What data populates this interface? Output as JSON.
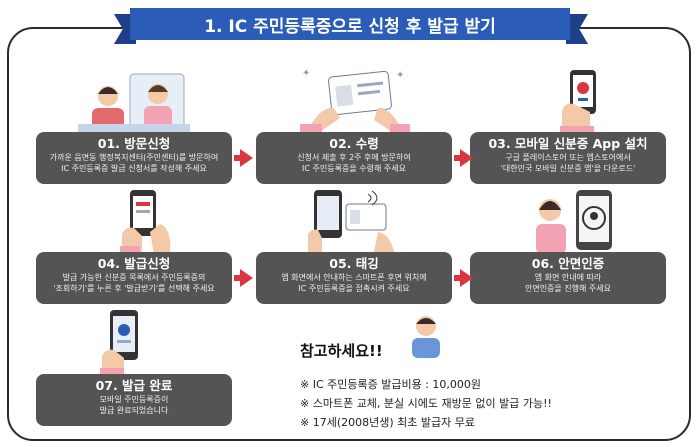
{
  "banner": {
    "title": "1. IC 주민등록증으로 신청 후 발급 받기"
  },
  "steps": [
    {
      "title": "01. 방문신청",
      "desc1": "가까운 읍면동 행정복지센터(주민센터)를 방문하여",
      "desc2": "IC 주민등록증 발급 신청서를 작성해 주세요"
    },
    {
      "title": "02. 수령",
      "desc1": "신청서 제출 후 2주 후에 방문하여",
      "desc2": "IC 주민등록증을 수령해 주세요"
    },
    {
      "title": "03. 모바일 신분증 App 설치",
      "desc1": "구글 플레이스토어 또는 앱스토어에서",
      "desc2": "'대한민국 모바일 신분증 앱'을 다운로드'"
    },
    {
      "title": "04. 발급신청",
      "desc1": "발급 가능한 신분증 목록에서 주민등록증의",
      "desc2": "'조회하기'를 누른 후 '발급받기'를 선택해 주세요"
    },
    {
      "title": "05. 태깅",
      "desc1": "앱 화면에서 안내하는 스마트폰 후면 위치에",
      "desc2": "IC 주민등록증을 접촉시켜 주세요"
    },
    {
      "title": "06. 안면인증",
      "desc1": "앱 화면 안내에 따라",
      "desc2": "안면인증을 진행해 주세요"
    },
    {
      "title": "07. 발급 완료",
      "desc1": "모바일 주민등록증이",
      "desc2": "발급 완료되었습니다"
    }
  ],
  "notes": {
    "heading": "참고하세요!!",
    "lines": [
      "※ IC 주민등록증 발급비용 : 10,000원",
      "※ 스마트폰 교체, 분실 시에도 재방문 없이 발급 가능!!",
      "※ 17세(2008년생) 최초 발급자 무료"
    ]
  },
  "colors": {
    "banner": "#2a5cb8",
    "card": "#545454",
    "arrow": "#d9363e",
    "skin": "#f3c9a8",
    "pink": "#f2a2b3"
  }
}
